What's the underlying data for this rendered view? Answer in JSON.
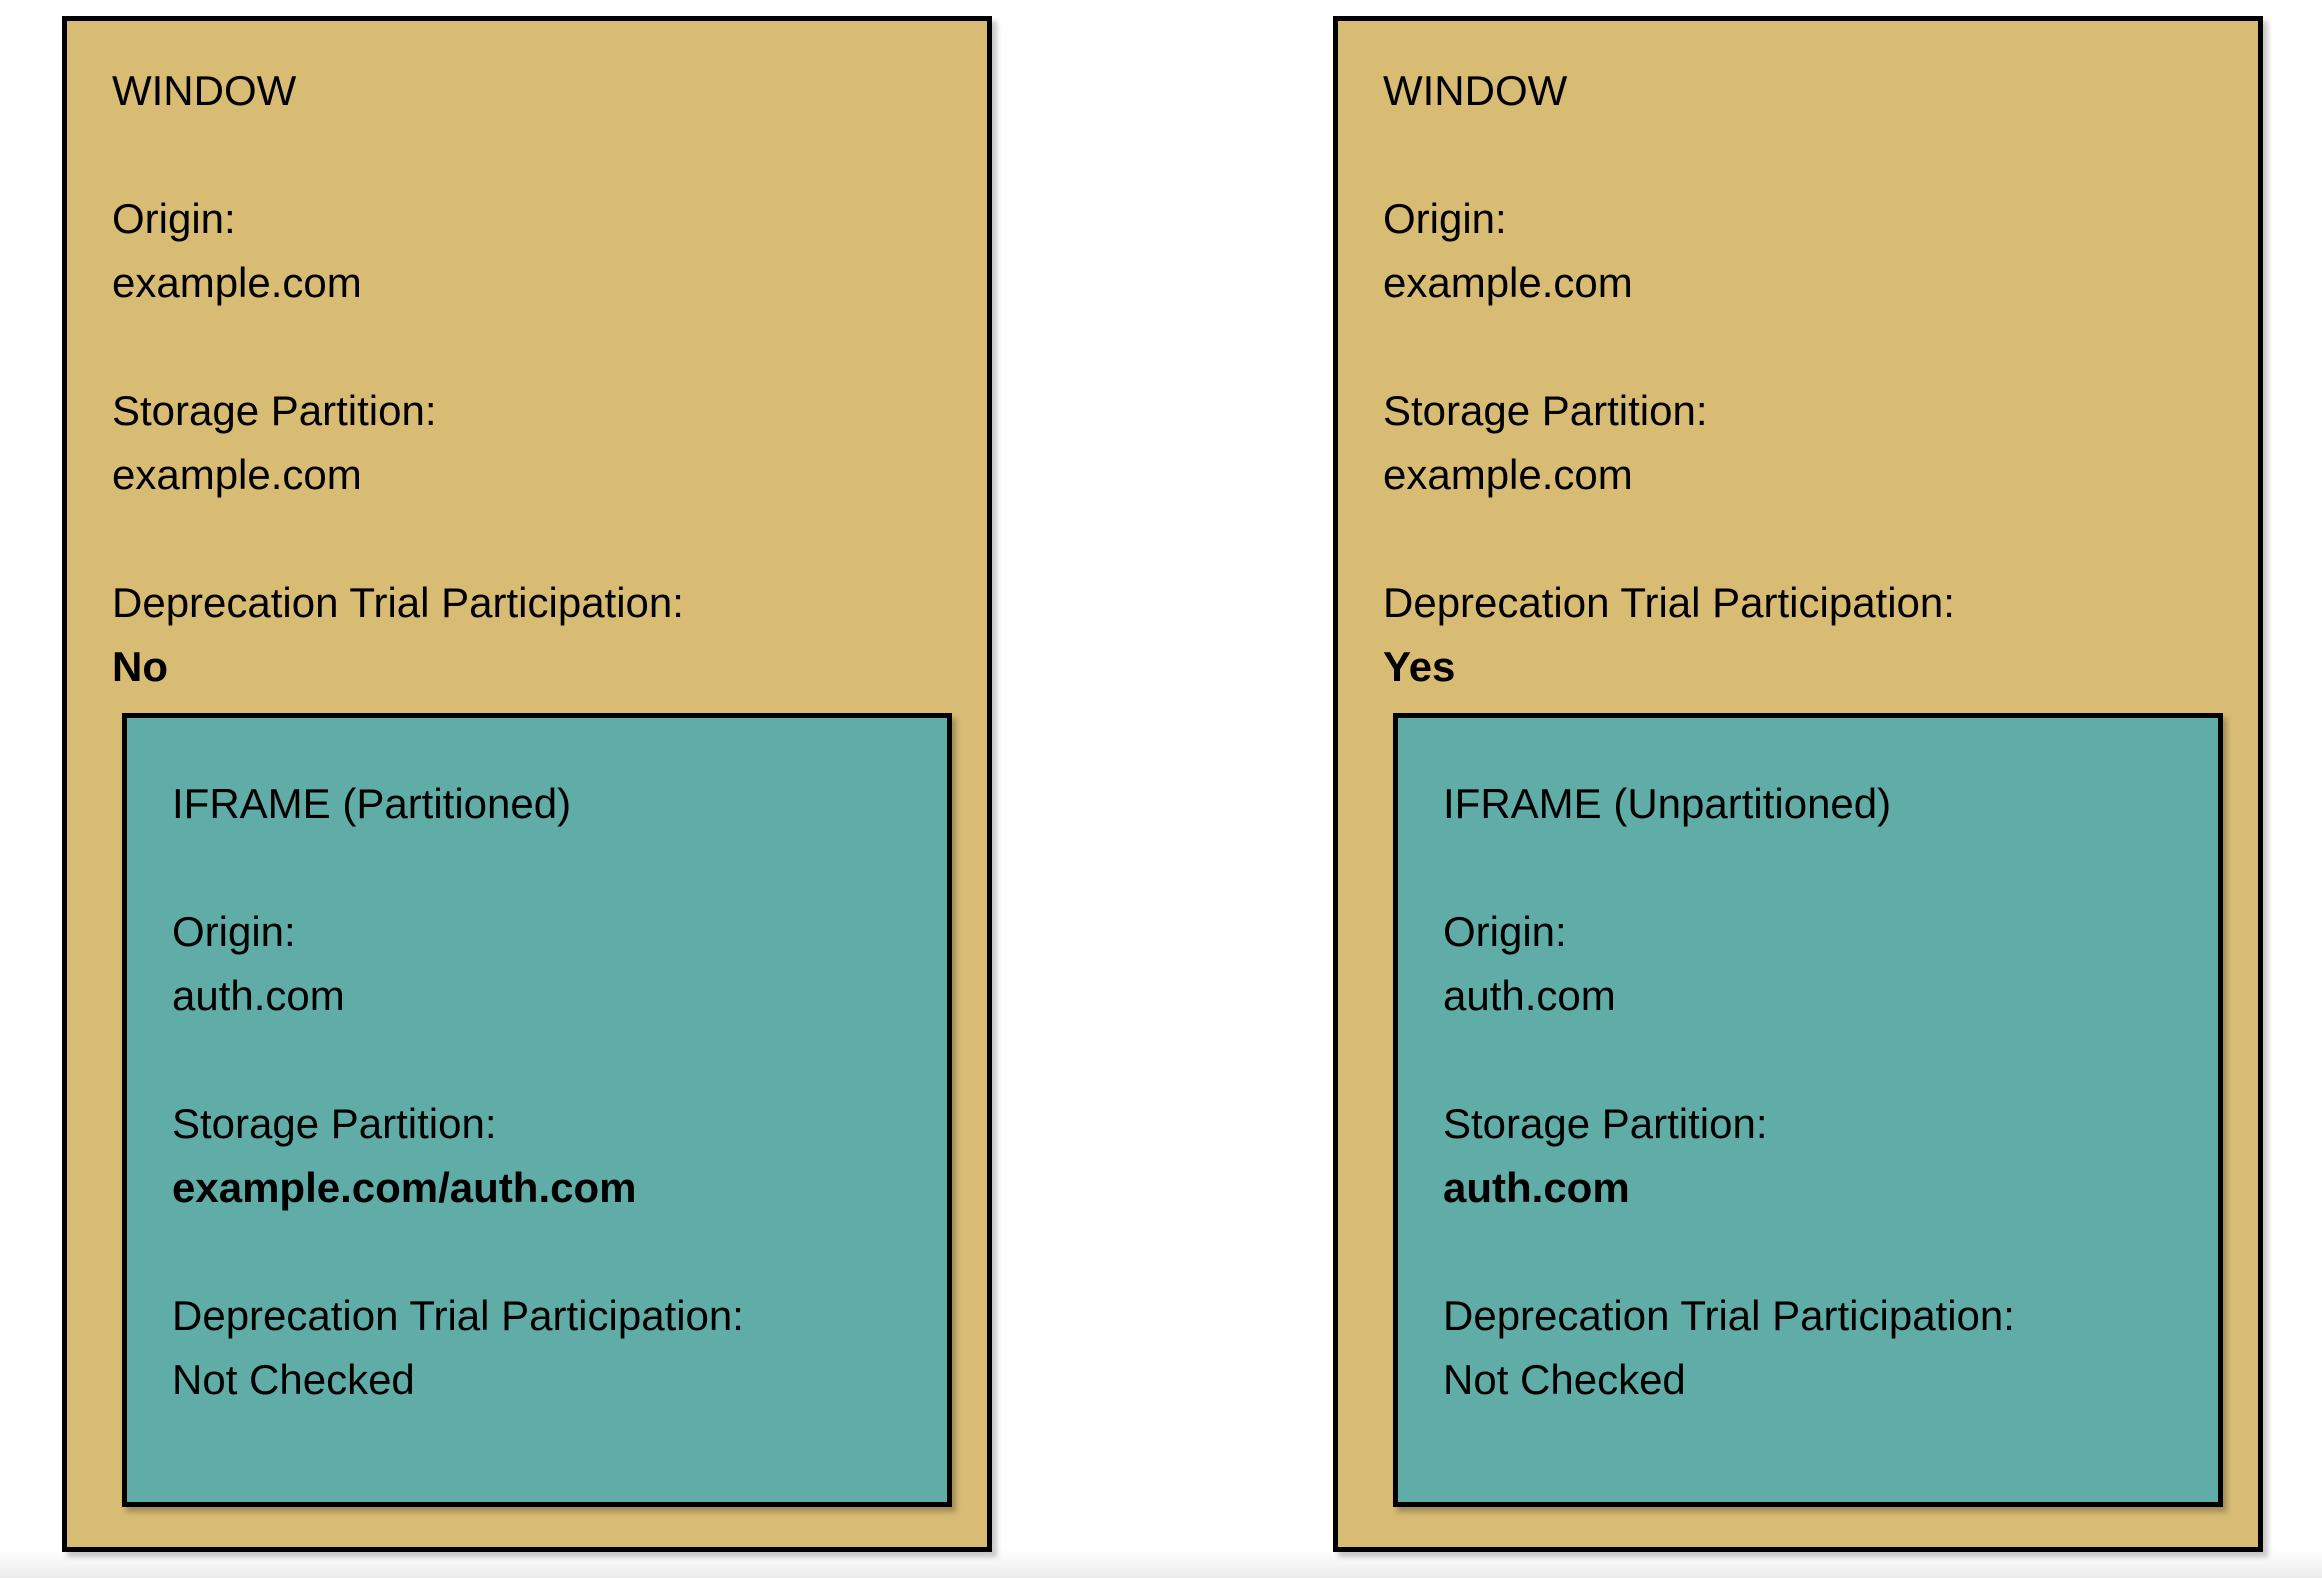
{
  "colors": {
    "page_background": "#ffffff",
    "window_background": "#d8bc74",
    "iframe_background": "#5fada6",
    "border": "#000000",
    "text": "#000000"
  },
  "windows": [
    {
      "title": "WINDOW",
      "fields": [
        {
          "label": "Origin:",
          "value": "example.com",
          "bold": false
        },
        {
          "label": "Storage Partition:",
          "value": "example.com",
          "bold": false
        },
        {
          "label": "Deprecation Trial Participation:",
          "value": "No",
          "bold": true
        }
      ],
      "iframe": {
        "title": "IFRAME (Partitioned)",
        "fields": [
          {
            "label": "Origin:",
            "value": "auth.com",
            "bold": false
          },
          {
            "label": "Storage Partition:",
            "value": "example.com/auth.com",
            "bold": true
          },
          {
            "label": "Deprecation Trial Participation:",
            "value": "Not Checked",
            "bold": false
          }
        ]
      }
    },
    {
      "title": "WINDOW",
      "fields": [
        {
          "label": "Origin:",
          "value": "example.com",
          "bold": false
        },
        {
          "label": "Storage Partition:",
          "value": "example.com",
          "bold": false
        },
        {
          "label": "Deprecation Trial Participation:",
          "value": "Yes",
          "bold": true
        }
      ],
      "iframe": {
        "title": "IFRAME (Unpartitioned)",
        "fields": [
          {
            "label": "Origin:",
            "value": "auth.com",
            "bold": false
          },
          {
            "label": "Storage Partition:",
            "value": "auth.com",
            "bold": true
          },
          {
            "label": "Deprecation Trial Participation:",
            "value": "Not Checked",
            "bold": false
          }
        ]
      }
    }
  ]
}
